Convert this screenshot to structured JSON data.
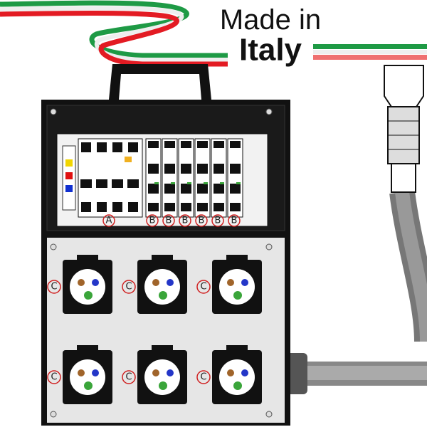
{
  "banner": {
    "line1": "Made in",
    "line2": "Italy",
    "colors": {
      "green": "#1e9a45",
      "white": "#ffffff",
      "red": "#e31b23"
    }
  },
  "panel": {
    "main_breaker_label": "A",
    "mcb_labels": [
      "B",
      "B",
      "B",
      "B",
      "B",
      "B"
    ],
    "terminal_colors": [
      "#f1d500",
      "#e01010",
      "#1030d0"
    ]
  },
  "sockets": {
    "labels": [
      "C",
      "C",
      "C",
      "C",
      "C",
      "C"
    ],
    "pin_colors": {
      "live": "#a0642a",
      "neutral": "#2436c8",
      "earth": "#3aa53a"
    }
  },
  "colors": {
    "box": "#111111",
    "panel": "#e9e9e9",
    "circle": "#d02020"
  }
}
